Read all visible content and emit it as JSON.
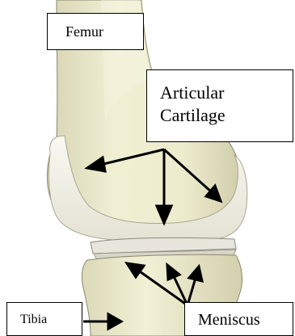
{
  "labels": {
    "femur": "Femur",
    "articular_cartilage_line1": "Articular",
    "articular_cartilage_line2": "Cartilage",
    "tibia": "Tibia",
    "meniscus": "Meniscus"
  },
  "colors": {
    "bone": "#efeed0",
    "bone_shade": "#c9c6a4",
    "cartilage": "#f5f4ea",
    "meniscus": "#e7e4d8",
    "arrow": "#000000",
    "box_border": "#000000"
  }
}
